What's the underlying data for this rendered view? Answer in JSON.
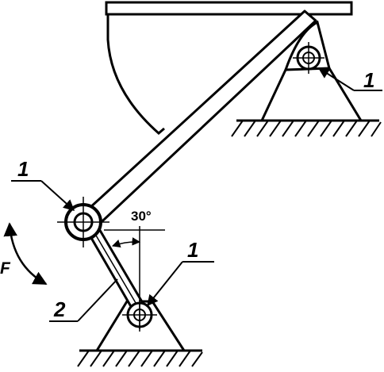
{
  "labels": {
    "pivot_top": "1",
    "pivot_left": "1",
    "pivot_bottom": "1",
    "link": "2",
    "angle": "30°",
    "force": "F"
  },
  "angle_value_deg": 30,
  "colors": {
    "stroke": "#000000",
    "background": "#ffffff"
  }
}
